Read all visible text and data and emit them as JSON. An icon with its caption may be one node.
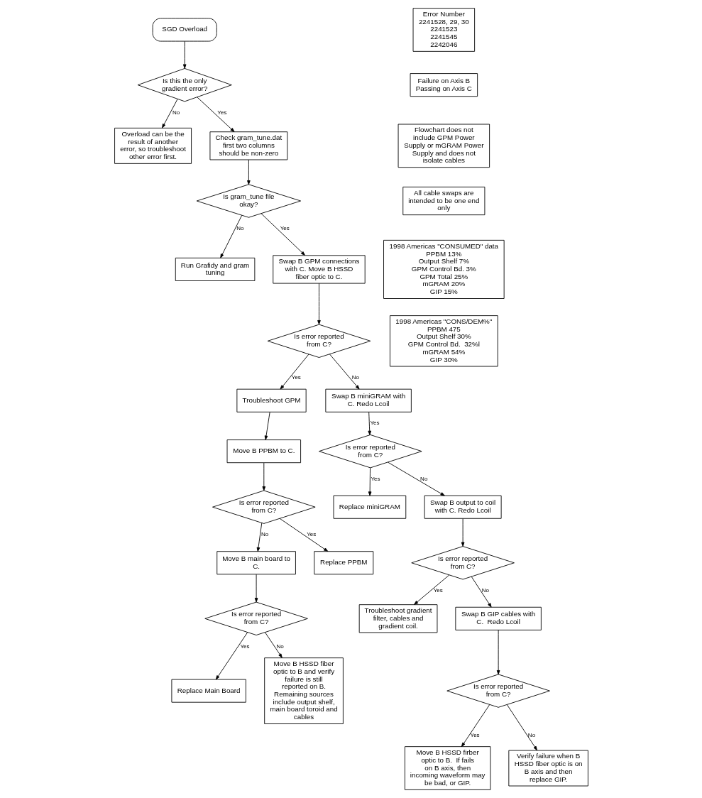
{
  "diagram": {
    "nodes": [
      {
        "text": [
          "SGD Overload"
        ]
      },
      {
        "text": [
          "Is this the only gradient error?"
        ]
      },
      {
        "text": [
          "Overload can be the result of another error, so troubleshoot other error first."
        ]
      },
      {
        "text": [
          "Check gram_tune.dat first two columns should be non-zero"
        ]
      },
      {
        "text": [
          "Is gram_tune file okay?"
        ]
      },
      {
        "text": [
          "Run Grafidy and gram tuning"
        ]
      },
      {
        "text": [
          "Swap B GPM connections with C. Move B HSSD fiber optic to C."
        ]
      },
      {
        "text": [
          "Is error reported from C?"
        ]
      },
      {
        "text": [
          "Troubleshoot GPM"
        ]
      },
      {
        "text": [
          "Move B PPBM to C."
        ]
      },
      {
        "text": [
          "Is error reported from C?"
        ]
      },
      {
        "text": [
          "Move B main board to C."
        ]
      },
      {
        "text": [
          "Replace PPBM"
        ]
      },
      {
        "text": [
          "Is error reported from C?"
        ]
      },
      {
        "text": [
          "Replace Main Board"
        ]
      },
      {
        "text": [
          "Move B HSSD fiber optic to B and verify failure is still reported on B.  Remaining sources include output shelf, main board toroid and cables"
        ]
      },
      {
        "text": [
          "Swap B miniGRAM with C. Redo Lcoil"
        ]
      },
      {
        "text": [
          "Is error reported from C?"
        ]
      },
      {
        "text": [
          "Replace miniGRAM"
        ]
      },
      {
        "text": [
          "Swap B output to coil with C. Redo Lcoil"
        ]
      },
      {
        "text": [
          "Is error reported from C?"
        ]
      },
      {
        "text": [
          "Troubleshoot gradient filter, cables and gradient coil."
        ]
      },
      {
        "text": [
          "Swap B GIP cables with C.  Redo Lcoil"
        ]
      },
      {
        "text": [
          "Is error reported from C?"
        ]
      },
      {
        "text": [
          "Move B HSSD firber optic to B.  If fails on B axis, then incoming waveform may be bad, or GIP."
        ]
      },
      {
        "text": [
          "Verify failure when B HSSD fiber optic is on B axis and then replace GIP."
        ]
      },
      {
        "text": [
          "Error Number",
          "2241528, 29, 30",
          "2241523",
          "2241545",
          "2242046"
        ]
      },
      {
        "text": [
          "Failure on Axis B Passing on Axis C"
        ]
      },
      {
        "text": [
          "Flowchart does not include GPM Power Supply or mGRAM Power Supply and does not isolate cables"
        ]
      },
      {
        "text": [
          "All cable swaps are intended to be one end only"
        ]
      },
      {
        "text": [
          "1998 Americas \"CONSUMED\" data",
          "PPBM 13%",
          "Output Shelf 7%",
          "GPM Control Bd. 3%",
          "GPM Total 25%",
          "mGRAM 20%",
          "GIP 15%"
        ]
      },
      {
        "text": [
          "1998 Americas \"CONS/DEM%\"",
          "PPBM 475",
          "Output Shelf 30%",
          "GPM Control Bd.  32%l",
          "mGRAM 54%",
          "GIP 30%"
        ]
      }
    ],
    "edges": [
      {
        "from": 0,
        "to": 1,
        "arrow": "to"
      },
      {
        "from": 1,
        "to": 2,
        "arrow": "to",
        "label": "No"
      },
      {
        "from": 1,
        "to": 3,
        "arrow": "to",
        "label": "Yes"
      },
      {
        "from": 3,
        "to": 4,
        "arrow": "to"
      },
      {
        "from": 4,
        "to": 5,
        "arrow": "to",
        "label": "No"
      },
      {
        "from": 4,
        "to": 6,
        "arrow": "to",
        "label": "Yes"
      },
      {
        "from": 6,
        "to": 7,
        "arrow": "to"
      },
      {
        "from": 7,
        "to": 8,
        "arrow": "to",
        "label": "Yes"
      },
      {
        "from": 7,
        "to": 16,
        "arrow": "to",
        "label": "No"
      },
      {
        "from": 8,
        "to": 9,
        "arrow": "to"
      },
      {
        "from": 9,
        "to": 10,
        "arrow": "to"
      },
      {
        "from": 10,
        "to": 11,
        "arrow": "to",
        "label": "No"
      },
      {
        "from": 10,
        "to": 12,
        "arrow": "to",
        "label": "Yes"
      },
      {
        "from": 11,
        "to": 13,
        "arrow": "to"
      },
      {
        "from": 13,
        "to": 14,
        "arrow": "to",
        "label": "Yes"
      },
      {
        "from": 13,
        "to": 15,
        "arrow": "to",
        "label": "No"
      },
      {
        "from": 16,
        "to": 17,
        "arrow": "to",
        "label": "Yes"
      },
      {
        "from": 17,
        "to": 18,
        "arrow": "to",
        "label": "Yes"
      },
      {
        "from": 17,
        "to": 19,
        "arrow": "to",
        "label": "No"
      },
      {
        "from": 19,
        "to": 20,
        "arrow": "to"
      },
      {
        "from": 20,
        "to": 21,
        "arrow": "to",
        "label": "Yes"
      },
      {
        "from": 20,
        "to": 22,
        "arrow": "to",
        "label": "No"
      },
      {
        "from": 22,
        "to": 23,
        "arrow": "to"
      },
      {
        "from": 23,
        "to": 24,
        "arrow": "to",
        "label": "Yes"
      },
      {
        "from": 23,
        "to": 25,
        "arrow": "to",
        "label": "No"
      }
    ]
  }
}
